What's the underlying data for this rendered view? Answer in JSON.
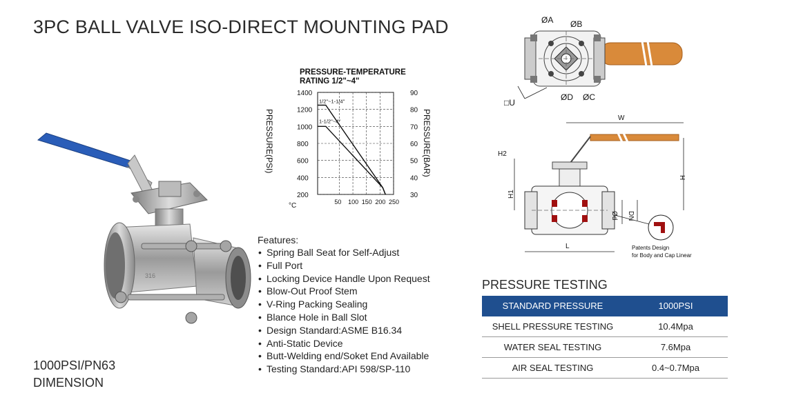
{
  "title": "3PC BALL VALVE ISO-DIRECT MOUNTING PAD",
  "rating": "1000PSI/PN63",
  "dimension_label": "DIMENSION",
  "features": {
    "title": "Features:",
    "items": [
      "Spring Ball Seat for Self-Adjust",
      "Full Port",
      "Locking Device Handle Upon Request",
      "Blow-Out Proof Stem",
      "V-Ring Packing  Sealing",
      "Blance Hole in Ball Slot",
      "Design Standard:ASME B16.34",
      "Anti-Static Device",
      "Butt-Welding end/Soket End Available",
      "Testing Standard:API 598/SP-110"
    ]
  },
  "chart_data": {
    "type": "line",
    "title": "PRESSURE-TEMPERATURE RATING 1/2\"~4\"",
    "xlabel": "°C",
    "ylabel": "PRESSURE(PSI)",
    "ylabel_right": "PRESSURE(BAR)",
    "xlim": [
      -30,
      250
    ],
    "ylim": [
      200,
      1400
    ],
    "xticks": [
      50,
      100,
      150,
      200,
      250
    ],
    "yticks": [
      200,
      400,
      600,
      800,
      1000,
      1200,
      1400
    ],
    "yticks_right": [
      30,
      40,
      50,
      60,
      70,
      80,
      90
    ],
    "grid": true,
    "series": [
      {
        "name": "1/2\"~1-1/4\"",
        "x": [
          -30,
          0,
          210,
          220
        ],
        "y": [
          1250,
          1250,
          280,
          100
        ]
      },
      {
        "name": "1-1/2\"~4\"",
        "x": [
          -30,
          0,
          210,
          220
        ],
        "y": [
          1000,
          1000,
          280,
          100
        ]
      }
    ]
  },
  "drawing": {
    "dim_a": "ØA",
    "dim_b": "ØB",
    "dim_d": "ØD",
    "dim_c": "ØC",
    "dim_u": "□U",
    "dim_w": "W",
    "dim_h": "H",
    "dim_h1": "H1",
    "dim_h2": "H2",
    "dim_l": "L",
    "dim_od": "Ød",
    "dim_dn": "DN",
    "patent_line1": "Patents Design",
    "patent_line2": "for Body and Cap Linear"
  },
  "pressure_testing": {
    "title": "PRESSURE TESTING",
    "rows": [
      {
        "label": "STANDARD PRESSURE",
        "value": "1000PSI"
      },
      {
        "label": "SHELL PRESSURE TESTING",
        "value": "10.4Mpa"
      },
      {
        "label": "WATER SEAL TESTING",
        "value": "7.6Mpa"
      },
      {
        "label": "AIR SEAL TESTING",
        "value": "0.4~0.7Mpa"
      }
    ]
  },
  "colors": {
    "header_blue": "#1f4f8f",
    "handle_blue": "#2a5db8",
    "handle_orange": "#d98a3a",
    "seat_red": "#a01010"
  }
}
